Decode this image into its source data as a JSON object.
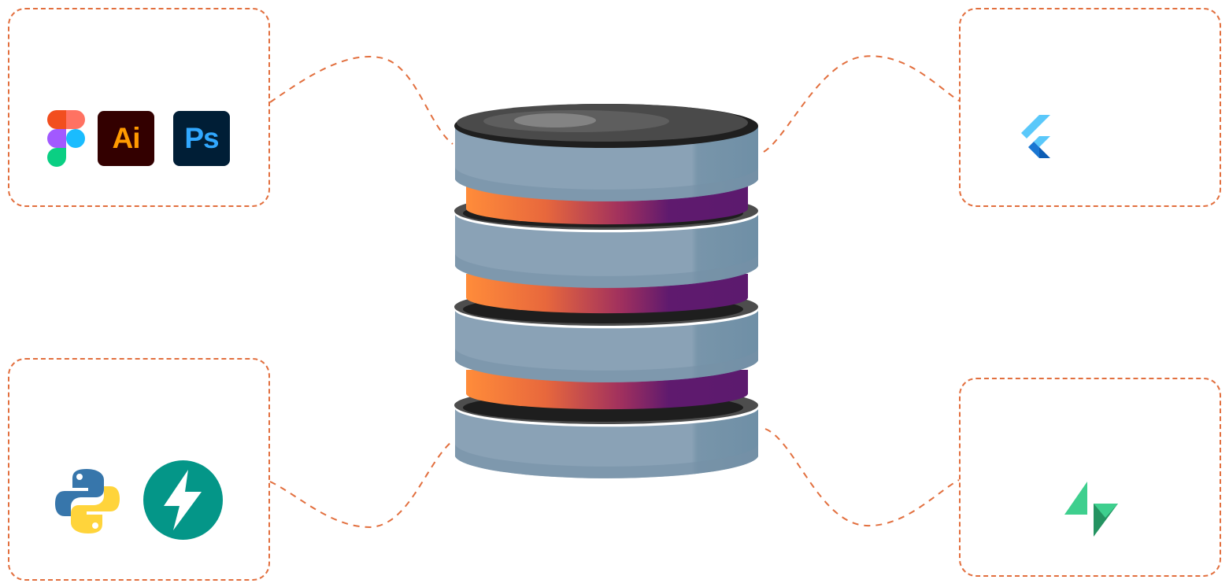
{
  "diagram": {
    "center_node": {
      "icon": "database-stack-icon",
      "layers": 4
    },
    "groups": [
      {
        "id": "design",
        "icons": [
          "figma-icon",
          "illustrator-icon",
          "photoshop-icon"
        ]
      },
      {
        "id": "frontend",
        "icons": [
          "flutter-icon"
        ]
      },
      {
        "id": "backend",
        "icons": [
          "python-icon",
          "fastapi-icon"
        ]
      },
      {
        "id": "database",
        "icons": [
          "supabase-icon"
        ]
      }
    ],
    "illustrator_label": "Ai",
    "photoshop_label": "Ps"
  },
  "colors": {
    "connector": "#e26f3e",
    "disk_body": "#8aa2b6",
    "disk_side": "#6f8fa6",
    "disk_top": "#4a4a4a",
    "band_start": "#ff8c3a",
    "band_end": "#5c1a6e",
    "figma_red": "#f24e1e",
    "figma_orange": "#ff7262",
    "figma_purple": "#a259ff",
    "figma_blue": "#1abcfe",
    "figma_green": "#0acf83",
    "flutter_light": "#5ac8fa",
    "flutter_dark": "#0d5db4",
    "python_blue": "#3776ab",
    "python_yellow": "#ffd43b",
    "fastapi_teal": "#049688",
    "supabase_green": "#3ecf8e"
  }
}
